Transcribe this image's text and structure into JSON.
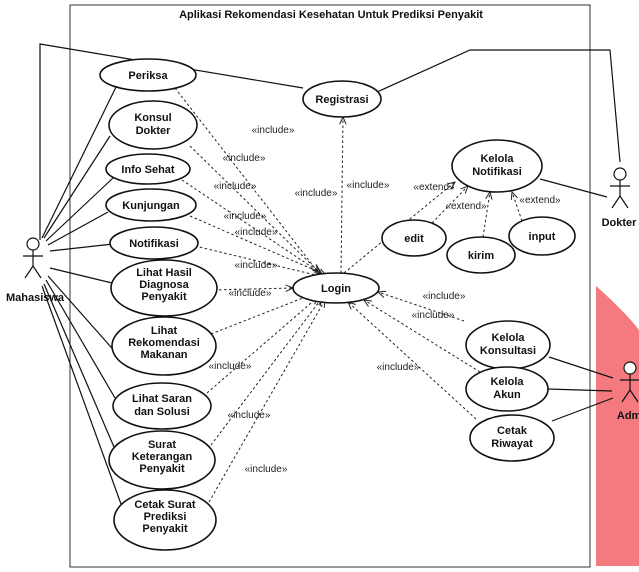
{
  "system": {
    "title": "Aplikasi Rekomendasi Kesehatan Untuk Prediksi Penyakit"
  },
  "actors": {
    "mahasiswa": "Mahasiswa",
    "dokter": "Dokter",
    "admin": "Admin"
  },
  "use_cases": {
    "periksa": [
      "Periksa"
    ],
    "konsul_dokter": [
      "Konsul",
      "Dokter"
    ],
    "info_sehat": [
      "Info Sehat"
    ],
    "kunjungan": [
      "Kunjungan"
    ],
    "notifikasi": [
      "Notifikasi"
    ],
    "lihat_hasil": [
      "Lihat Hasil",
      "Diagnosa",
      "Penyakit"
    ],
    "lihat_rekomendasi": [
      "Lihat",
      "Rekomendasi",
      "Makanan"
    ],
    "lihat_saran": [
      "Lihat Saran",
      "dan Solusi"
    ],
    "surat_keterangan": [
      "Surat",
      "Keterangan",
      "Penyakit"
    ],
    "cetak_surat": [
      "Cetak Surat",
      "Prediksi",
      "Penyakit"
    ],
    "registrasi": [
      "Registrasi"
    ],
    "login": [
      "Login"
    ],
    "kelola_notifikasi": [
      "Kelola",
      "Notifikasi"
    ],
    "edit": [
      "edit"
    ],
    "kirim": [
      "kirim"
    ],
    "input": [
      "input"
    ],
    "kelola_konsultasi": [
      "Kelola",
      "Konsultasi"
    ],
    "kelola_akun": [
      "Kelola",
      "Akun"
    ],
    "cetak_riwayat": [
      "Cetak",
      "Riwayat"
    ]
  },
  "stereotypes": {
    "include": "«include»",
    "extend": "«extend»"
  },
  "colors": {
    "admin_region": "#f47a80"
  }
}
